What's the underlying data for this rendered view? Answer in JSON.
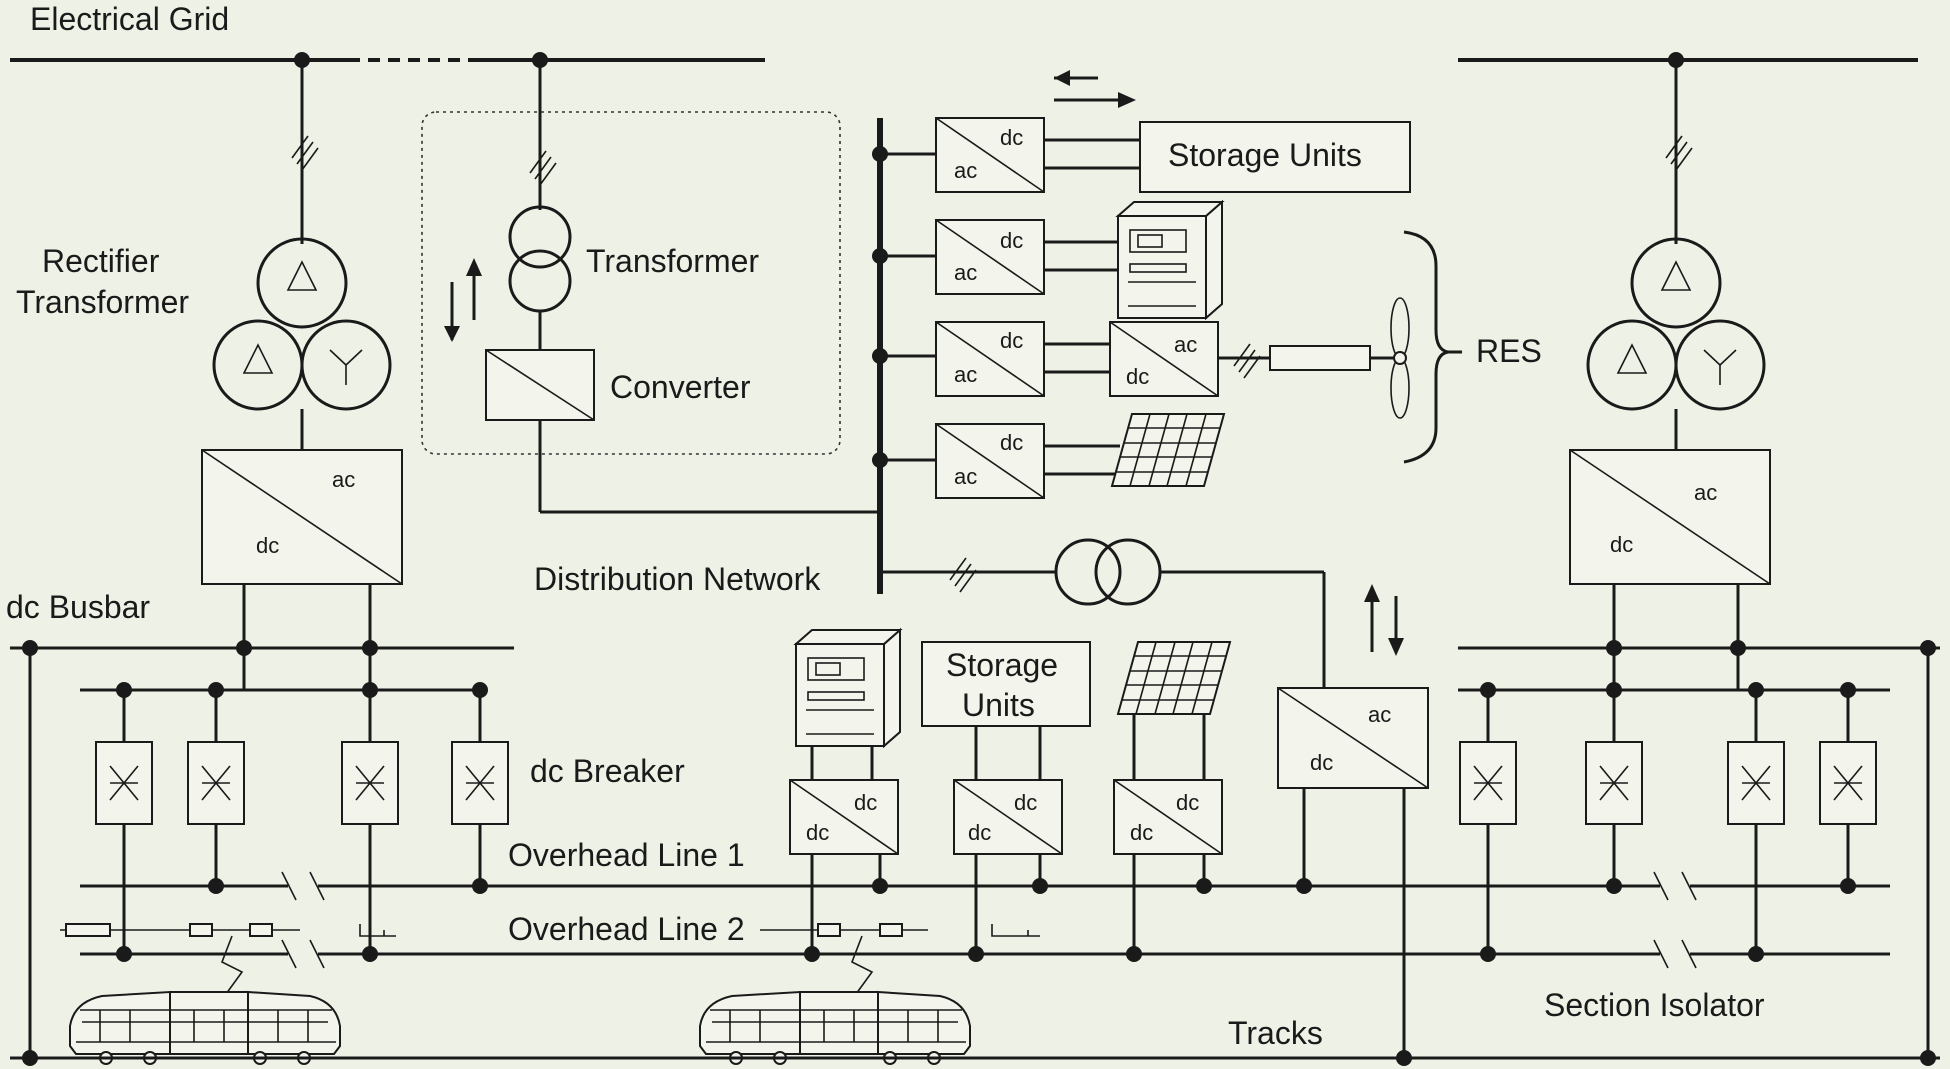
{
  "labels": {
    "grid": "Electrical Grid",
    "rectifier_l1": "Rectifier",
    "rectifier_l2": "Transformer",
    "transformer": "Transformer",
    "converter": "Converter",
    "storage_top": "Storage Units",
    "res": "RES",
    "distribution": "Distribution Network",
    "dc_busbar": "dc Busbar",
    "dc_breaker": "dc Breaker",
    "overhead1": "Overhead Line 1",
    "overhead2": "Overhead Line 2",
    "storage_mid_l1": "Storage",
    "storage_mid_l2": "Units",
    "section_isolator": "Section Isolator",
    "tracks": "Tracks"
  },
  "converter_text": {
    "ac": "ac",
    "dc": "dc"
  },
  "colors": {
    "background": "#eef1e6",
    "line": "#1a1a1a"
  }
}
